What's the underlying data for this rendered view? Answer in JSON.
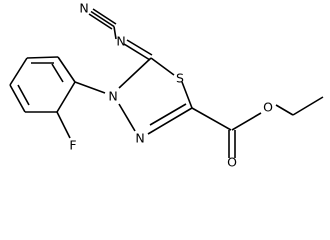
{
  "molecule": {
    "atoms": {
      "n_nitrile": "N",
      "n_imine": "N",
      "s_ring": "S",
      "n_ring_aryl": "N",
      "n_ring": "N",
      "o_carbonyl": "O",
      "o_ester": "O",
      "f_aryl": "F"
    }
  },
  "colors": {
    "bond": "#000000",
    "label": "#000000",
    "background": "#ffffff"
  }
}
